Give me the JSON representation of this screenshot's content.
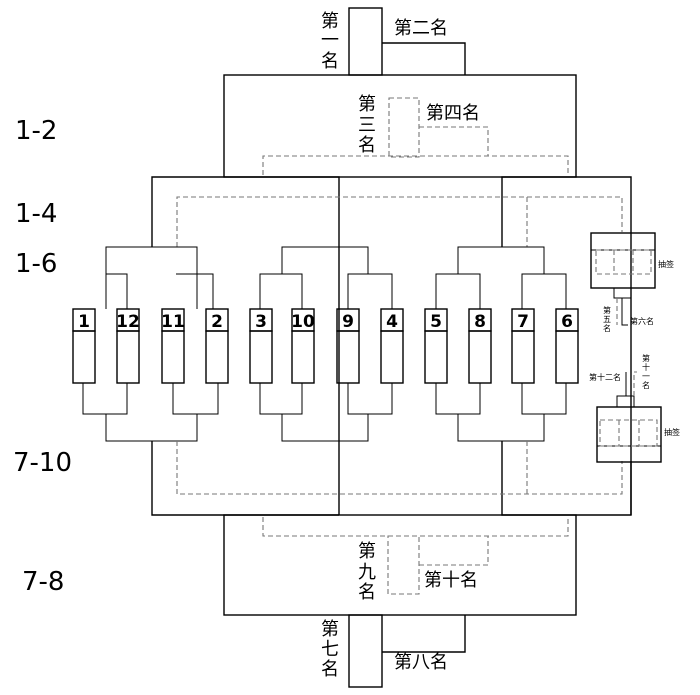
{
  "stage_labels": {
    "r12": "1-2",
    "r14": "1-4",
    "r16": "1-6",
    "r710": "7-10",
    "r78": "7-8"
  },
  "seeds": [
    "1",
    "12",
    "11",
    "2",
    "3",
    "10",
    "9",
    "4",
    "5",
    "8",
    "7",
    "6"
  ],
  "places": {
    "p1": "第一名",
    "p2": "第二名",
    "p3": "第三名",
    "p4": "第四名",
    "p5": "第五名",
    "p6": "第六名",
    "p7": "第七名",
    "p8": "第八名",
    "p9": "第九名",
    "p10": "第十名",
    "p11": "第十一名",
    "p12": "第十二名"
  },
  "draw_label": "抽签"
}
